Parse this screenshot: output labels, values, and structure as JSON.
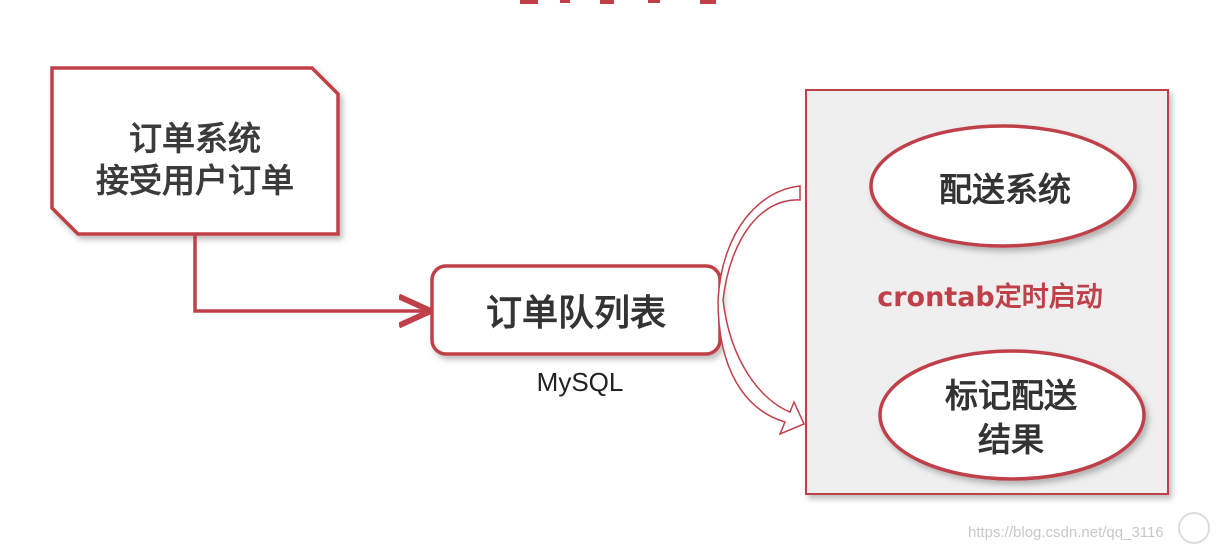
{
  "diagram": {
    "order_system": {
      "line1": "订单系统",
      "line2": "接受用户订单"
    },
    "order_queue": {
      "label": "订单队列表",
      "sublabel": "MySQL"
    },
    "delivery_system": {
      "label": "配送系统"
    },
    "crontab_note": {
      "label": "crontab定时启动"
    },
    "mark_result": {
      "line1": "标记配送",
      "line2": "结果"
    },
    "watermark": "https://blog.csdn.net/qq_3116"
  },
  "colors": {
    "accent": "#c0404a",
    "panel_fill": "#efefef",
    "shape_fill": "#ffffff"
  }
}
